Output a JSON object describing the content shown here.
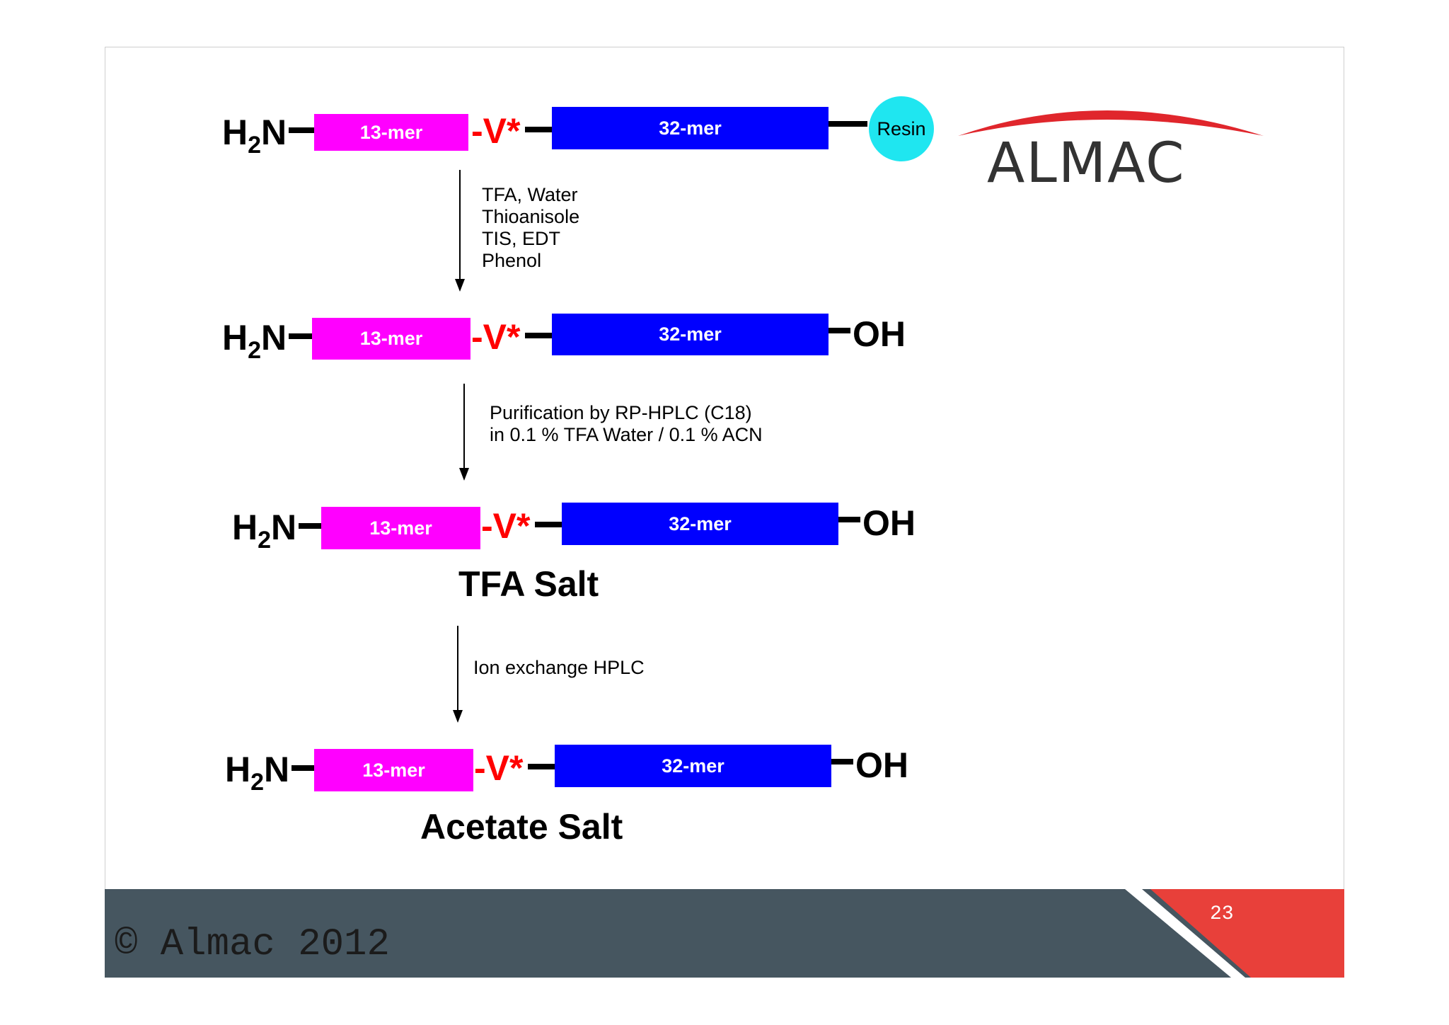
{
  "rows": [
    {
      "amine": "H",
      "sub": "2",
      "amine_n": "N",
      "left_segment": "13-mer",
      "linker": "-V*",
      "right_segment": "32-mer",
      "terminus": "Resin"
    },
    {
      "amine": "H",
      "sub": "2",
      "amine_n": "N",
      "left_segment": "13-mer",
      "linker": "-V*",
      "right_segment": "32-mer",
      "terminus": "OH"
    },
    {
      "amine": "H",
      "sub": "2",
      "amine_n": "N",
      "left_segment": "13-mer",
      "linker": "-V*",
      "right_segment": "32-mer",
      "terminus": "OH",
      "salt_label": "TFA Salt"
    },
    {
      "amine": "H",
      "sub": "2",
      "amine_n": "N",
      "left_segment": "13-mer",
      "linker": "-V*",
      "right_segment": "32-mer",
      "terminus": "OH",
      "salt_label": "Acetate Salt"
    }
  ],
  "steps": [
    {
      "lines": [
        "TFA, Water",
        "Thioanisole",
        "TIS, EDT",
        "Phenol"
      ]
    },
    {
      "lines": [
        "Purification by RP-HPLC (C18)",
        "in 0.1 % TFA Water / 0.1 % ACN"
      ]
    },
    {
      "lines": [
        "Ion exchange HPLC"
      ]
    }
  ],
  "logo": {
    "text": "ALMAC",
    "swoosh_color": "#e0262c"
  },
  "footer": {
    "copyright": "© Almac 2012",
    "page_number": "23"
  },
  "colors": {
    "segment_13mer": "#ff00ff",
    "segment_32mer": "#0000ff",
    "linker": "#ff0000",
    "resin": "#1fe6f0",
    "footer_bar": "#465660",
    "footer_accent": "#e8403a"
  }
}
